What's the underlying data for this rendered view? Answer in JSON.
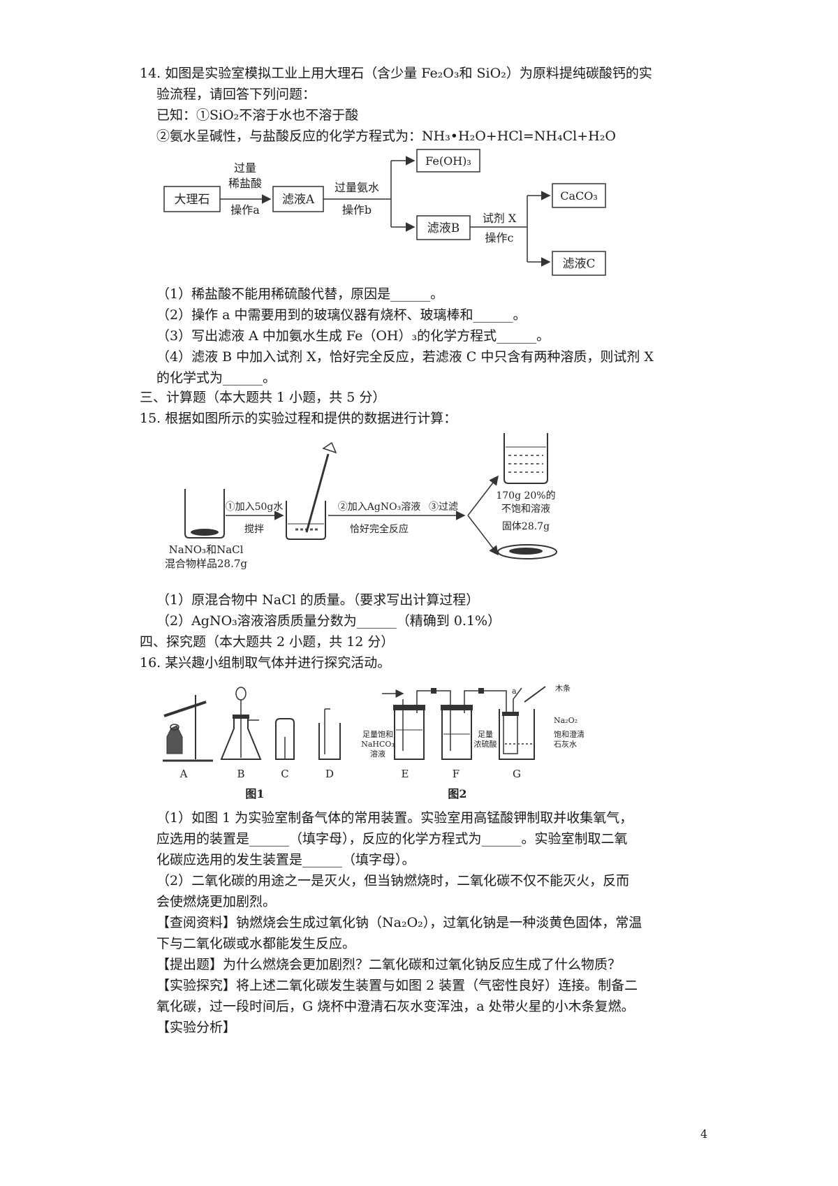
{
  "q14": {
    "line1": "14. 如图是实验室模拟工业上用大理石（含少量 Fe₂O₃和 SiO₂）为原料提纯碳酸钙的实",
    "line2": "验流程，请回答下列问题：",
    "known1": "已知：①SiO₂不溶于水也不溶于酸",
    "known2": "②氨水呈碱性，与盐酸反应的化学方程式为：NH₃•H₂O+HCl=NH₄Cl+H₂O",
    "q1": "（1）稀盐酸不能用稀硫酸代替，原因是______。",
    "q2": "（2）操作 a 中需要用到的玻璃仪器有烧杯、玻璃棒和______。",
    "q3": "（3）写出滤液 A 中加氨水生成 Fe（OH）₃的化学方程式______。",
    "q4a": "（4）滤液 B 中加入试剂 X，恰好完全反应，若滤液 C 中只含有两种溶质，则试剂 X",
    "q4b": "的化学式为______。"
  },
  "flow": {
    "marble": "大理石",
    "acid1": "过量",
    "acid2": "稀盐酸",
    "op_a": "操作a",
    "filtrate_a": "滤液A",
    "ammonia": "过量氨水",
    "op_b": "操作b",
    "feoh3": "Fe(OH)₃",
    "filtrate_b": "滤液B",
    "reagent_x": "试剂 X",
    "op_c": "操作c",
    "caco3": "CaCO₃",
    "filtrate_c": "滤液C"
  },
  "section3": "三、计算题（本大题共 1 小题，共 5 分）",
  "q15": {
    "stem": "15. 根据如图所示的实验过程和提供的数据进行计算：",
    "q1": "（1）原混合物中 NaCl 的质量。（要求写出计算过程）",
    "q2": "（2）AgNO₃溶液溶质质量分数为______（精确到 0.1%）"
  },
  "exp": {
    "step1": "①加入50g水",
    "stir": "搅拌",
    "step2": "②加入AgNO₃溶液",
    "exact": "恰好完全反应",
    "step3": "③过滤",
    "sol1": "170g 20%的",
    "sol2": "不饱和溶液",
    "solid": "固体28.7g",
    "sample1": "NaNO₃和NaCl",
    "sample2": "混合物样品28.7g"
  },
  "section4": "四、探究题（本大题共 2 小题，共 12 分）",
  "q16": {
    "stem": "16. 某兴趣小组制取气体并进行探究活动。",
    "p1a": "（1）如图 1 为实验室制备气体的常用装置。实验室用高锰酸钾制取并收集氧气，",
    "p1b": "应选用的装置是______（填字母），反应的化学方程式为______。实验室制取二氧",
    "p1c": "化碳应选用的发生装置是______（填字母）。",
    "p2a": "（2）二氧化碳的用途之一是灭火，但当钠燃烧时，二氧化碳不仅不能灭火，反而",
    "p2b": "会使燃烧更加剧烈。",
    "info_a": "【查阅资料】钠燃烧会生成过氧化钠（Na₂O₂），过氧化钠是一种淡黄色固体，常温",
    "info_b": "下与二氧化碳或水都能发生反应。",
    "question": "【提出题】为什么燃烧会更加剧烈？二氧化碳和过氧化钠反应生成了什么物质？",
    "explore_a": "【实验探究】将上述二氧化碳发生装置与如图 2 装置（气密性良好）连接。制备二",
    "explore_b": "氧化碳，过一段时间后，G 烧杯中澄清石灰水变浑浊，a 处带火星的小木条复燃。",
    "analysis": "【实验分析】"
  },
  "apparatus": {
    "A": "A",
    "B": "B",
    "C": "C",
    "D": "D",
    "E": "E",
    "F": "F",
    "G": "G",
    "fig1": "图1",
    "fig2": "图2",
    "e1": "足量饱和",
    "e2": "NaHCO₃",
    "e3": "溶液",
    "f1": "足量",
    "f2": "浓硫酸",
    "g1": "Na₂O₂",
    "g2": "饱和澄清",
    "g3": "石灰水",
    "stick": "木条",
    "a": "a"
  },
  "page_number": "4"
}
